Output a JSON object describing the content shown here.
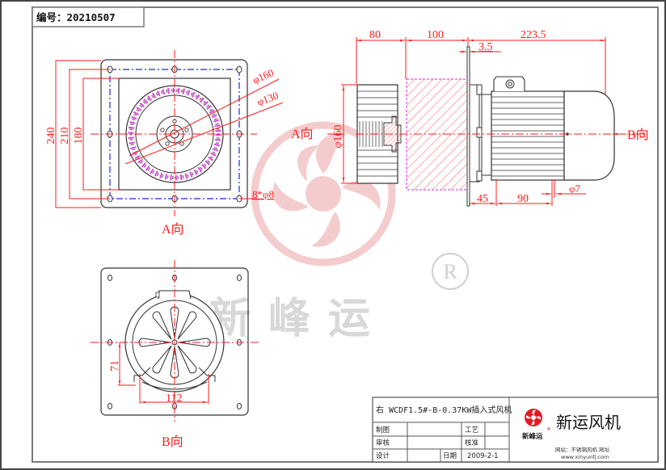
{
  "header": {
    "drawing_number_label": "编号：20210507"
  },
  "colors": {
    "dimension": "#ff1a1a",
    "outline": "#333333",
    "centerline": "#ff1a1a",
    "bolt_circle": "#2222ee",
    "blade_hatch": "#e020e0",
    "watermark_logo": "#f3c4c6",
    "watermark_text": "#d8d8d8",
    "brand_red": "#e21b22"
  },
  "view_a": {
    "dims": {
      "overall": "240",
      "bolt_pitch": "210",
      "inner": "180",
      "outer_dia": "φ160",
      "inner_dia": "φ130",
      "holes": "8*φ8"
    },
    "label": "A向"
  },
  "side_view": {
    "dims": {
      "impeller_len": "80",
      "housing_len": "100",
      "motor_len": "223.5",
      "plate_thk": "3.5",
      "impeller_dia": "φ160",
      "foot_offset": "45",
      "foot_pitch": "90",
      "foot_hole": "φ7"
    },
    "arrow_a": "A向",
    "arrow_b": "B向"
  },
  "view_b": {
    "dims": {
      "shaft_height": "71",
      "foot_span": "112"
    },
    "label": "B向"
  },
  "watermark": {
    "text": "新峰运",
    "registered": "®"
  },
  "title_block": {
    "title": "右 WCDF1.5#-B-0.37KW插入式风机",
    "drawn_label": "制图",
    "drawn_value": "",
    "process_label": "工艺",
    "process_value": "",
    "review_label": "审核",
    "review_value": "",
    "approve_label": "核准",
    "approve_value": "",
    "design_label": "设计",
    "design_value": "",
    "date_label": "日期",
    "date_value": "2009-2-1",
    "logo_caption": "新峰运",
    "company_name": "新运风机",
    "website_label": "网站：不锈钢风机.网址",
    "website_url": "www.xinyunfj.com"
  }
}
